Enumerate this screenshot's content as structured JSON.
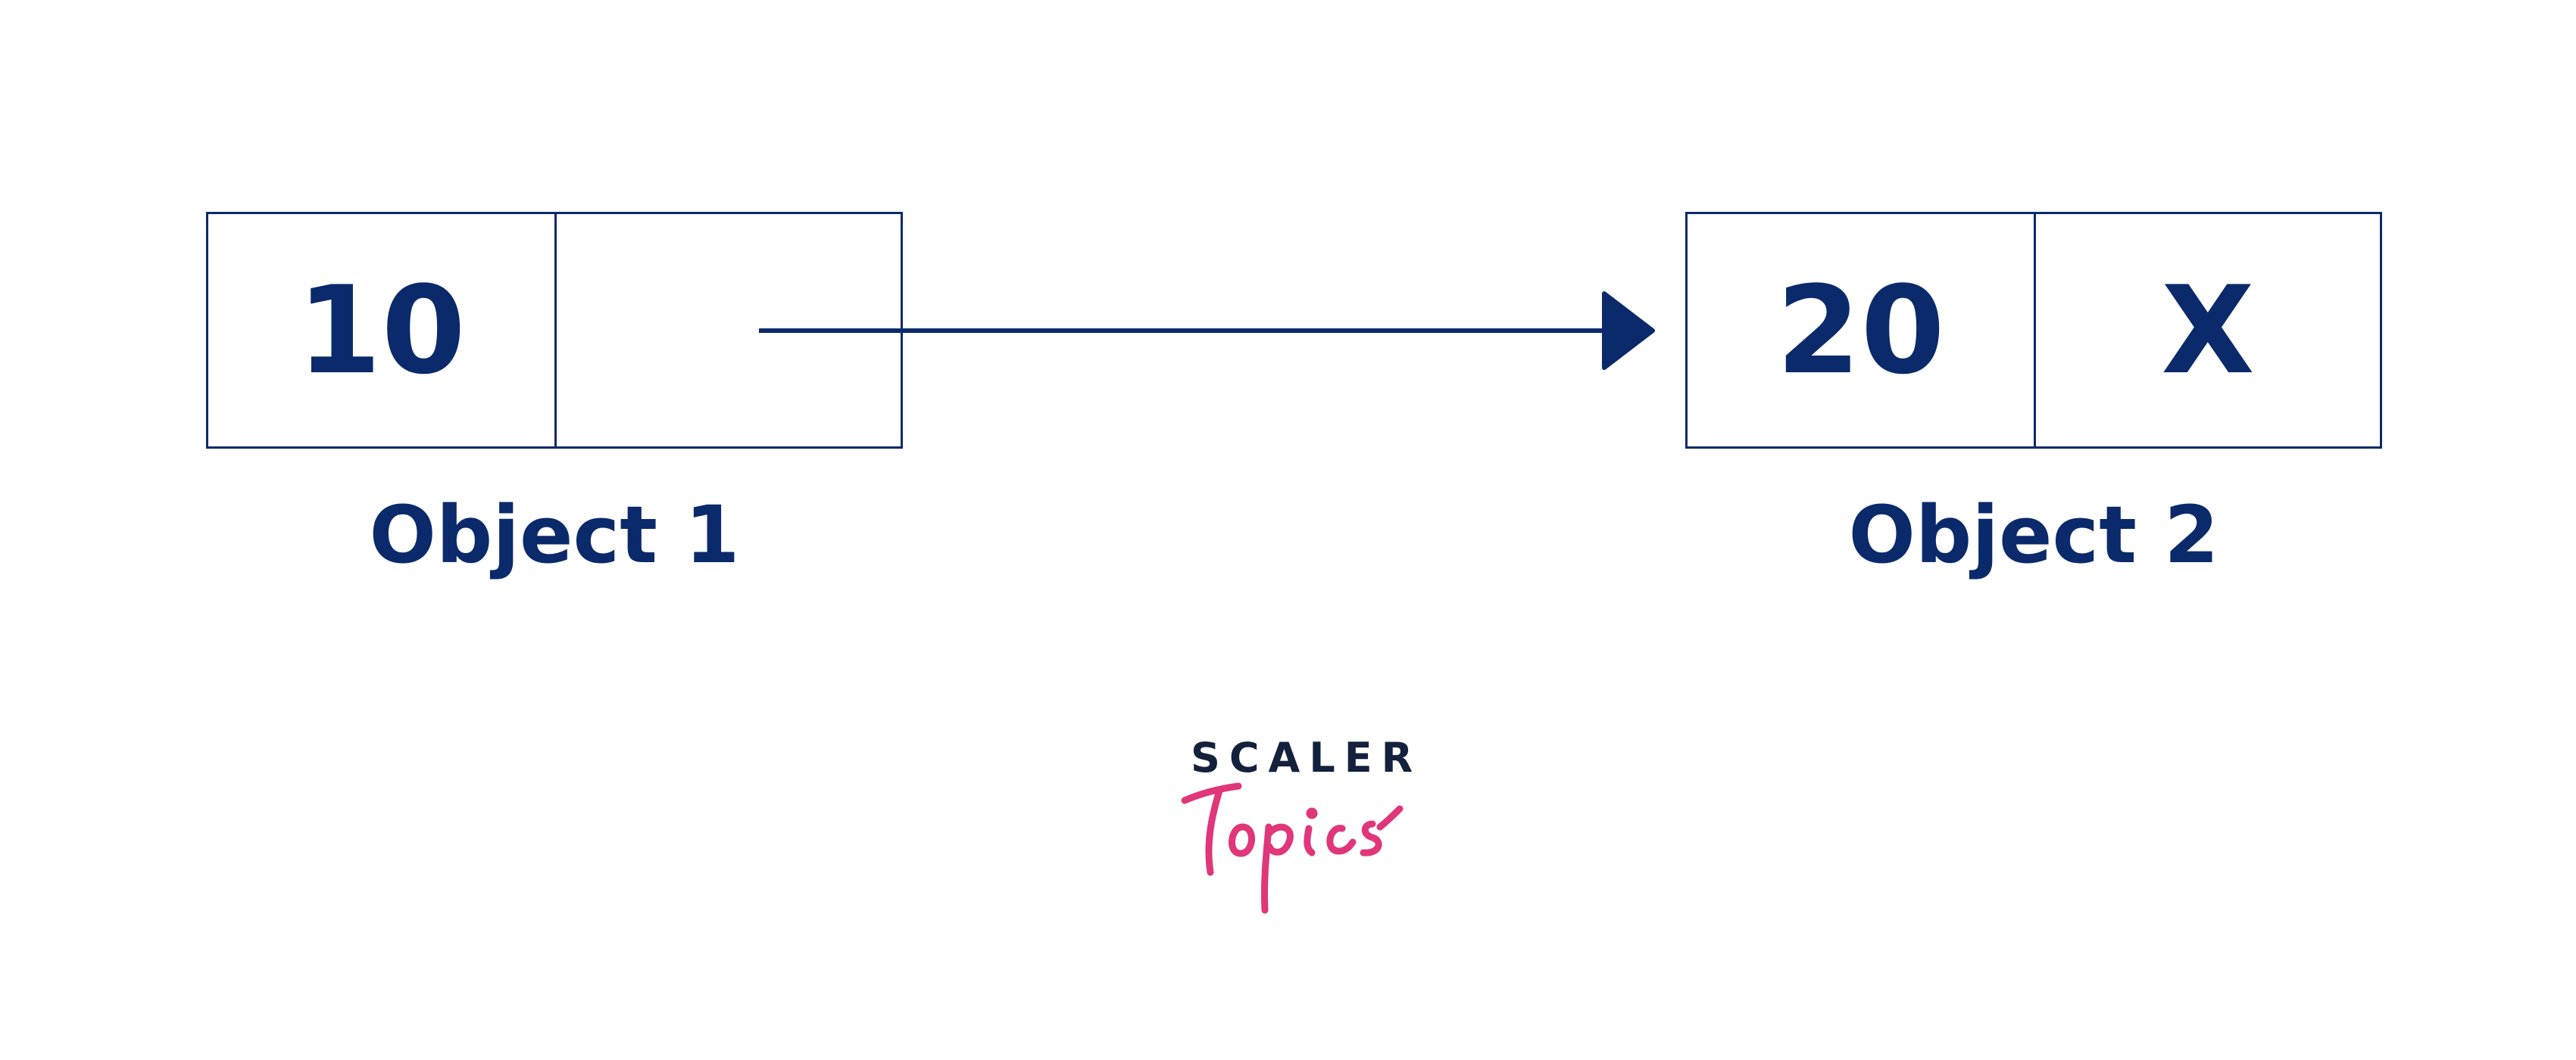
{
  "nodes": [
    {
      "value": "10",
      "next": ""
    },
    {
      "value": "20",
      "next": "X"
    }
  ],
  "captions": [
    "Object 1",
    "Object 2"
  ],
  "brand": {
    "scaler": "SCALER",
    "topics": "Topics"
  },
  "colors": {
    "primary": "#0b2a6b",
    "brand_dark": "#14213d",
    "brand_pink": "#e0367a",
    "background": "#ffffff"
  }
}
